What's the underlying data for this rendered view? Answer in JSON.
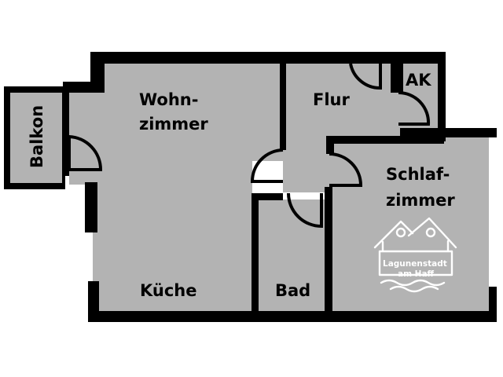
{
  "rooms": {
    "wohnzimmer": {
      "line1": "Wohn-",
      "line2": "zimmer"
    },
    "flur": "Flur",
    "ak": "AK",
    "balkon": "Balkon",
    "schlafzimmer": {
      "line1": "Schlaf-",
      "line2": "zimmer"
    },
    "kueche": "Küche",
    "bad": "Bad"
  },
  "logo": {
    "line1": "Lagunenstadt",
    "line2": "am Haff"
  },
  "colors": {
    "wall": "#000000",
    "floor": "#b3b3b3",
    "background": "#ffffff",
    "logo": "#ffffff"
  }
}
